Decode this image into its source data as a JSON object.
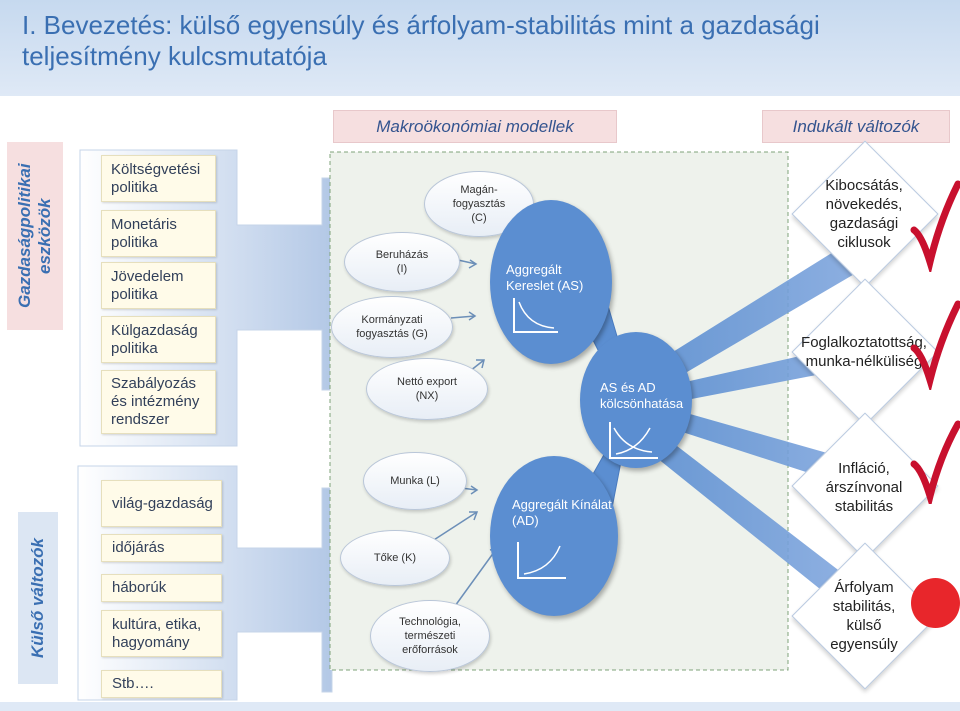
{
  "title": "I. Bevezetés: külső egyensúly és árfolyam-stabilitás mint a gazdasági teljesítmény kulcsmutatója",
  "headers": {
    "models": "Makroökonómiai modellek",
    "induced": "Indukált változók"
  },
  "side_labels": {
    "policy": "Gazdaságpolitikai eszközök",
    "external": "Külső változók"
  },
  "policy_items": [
    "Költségvetési politika",
    "Monetáris politika",
    "Jövedelem politika",
    "Külgazdaság politika",
    "Szabályozás és intézmény rendszer"
  ],
  "external_items": [
    "világ-gazdaság",
    "időjárás",
    "háborúk",
    "kultúra, etika, hagyomány",
    "Stb…."
  ],
  "demand_ovals": {
    "private": "Magán-fogyasztás (C)",
    "investment": "Beruházás (I)",
    "government": "Kormányzati fogyasztás (G)",
    "net_export": "Nettó export (NX)"
  },
  "supply_ovals": {
    "labor": "Munka (L)",
    "capital": "Tőke (K)",
    "technology": "Technológia, természeti erőforrások"
  },
  "circles": {
    "ad": "Aggregált Kereslet (AS)",
    "as": "Aggregált Kínálat (AD)",
    "interaction": "AS és AD kölcsönhatása"
  },
  "outcomes": [
    "Kibocsátás, növekedés, gazdasági ciklusok",
    "Foglalkoztatottság, munka-nélküliség",
    "Infláció, árszínvonal stabilitás",
    "Árfolyam stabilitás, külső egyensúly"
  ],
  "colors": {
    "title_text": "#3a6fb2",
    "circle_fill": "#5b8ed1",
    "check_mark": "#c8102e",
    "red_dot": "#e8262b"
  },
  "marks": {
    "check": "checkmark-icon",
    "dot": "red-dot-icon"
  }
}
